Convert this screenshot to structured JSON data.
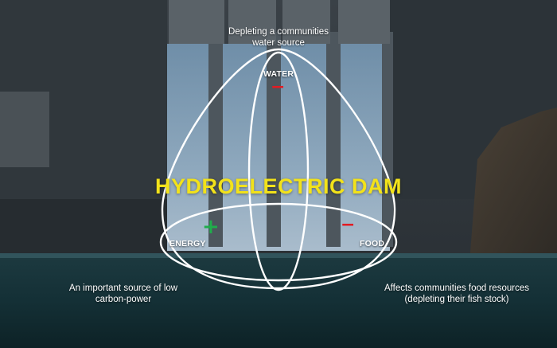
{
  "title": "HYDROELECTRIC DAM",
  "nodes": {
    "water": {
      "label": "WATER",
      "sign": "−"
    },
    "energy": {
      "label": "ENERGY",
      "sign": "+"
    },
    "food": {
      "label": "FOOD",
      "sign": "−"
    }
  },
  "captions": {
    "water": [
      "Depleting a communities",
      "water source"
    ],
    "energy": [
      "An important source of low",
      "carbon-power"
    ],
    "food": [
      "Affects communities food resources",
      "(depleting their fish stock)"
    ]
  },
  "colors": {
    "title": "#f2e21a",
    "positive": "#1fae4b",
    "negative": "#e21b23",
    "lines": "#ffffff"
  },
  "background": "photo of a hydroelectric dam with water spilling through gates into a river"
}
